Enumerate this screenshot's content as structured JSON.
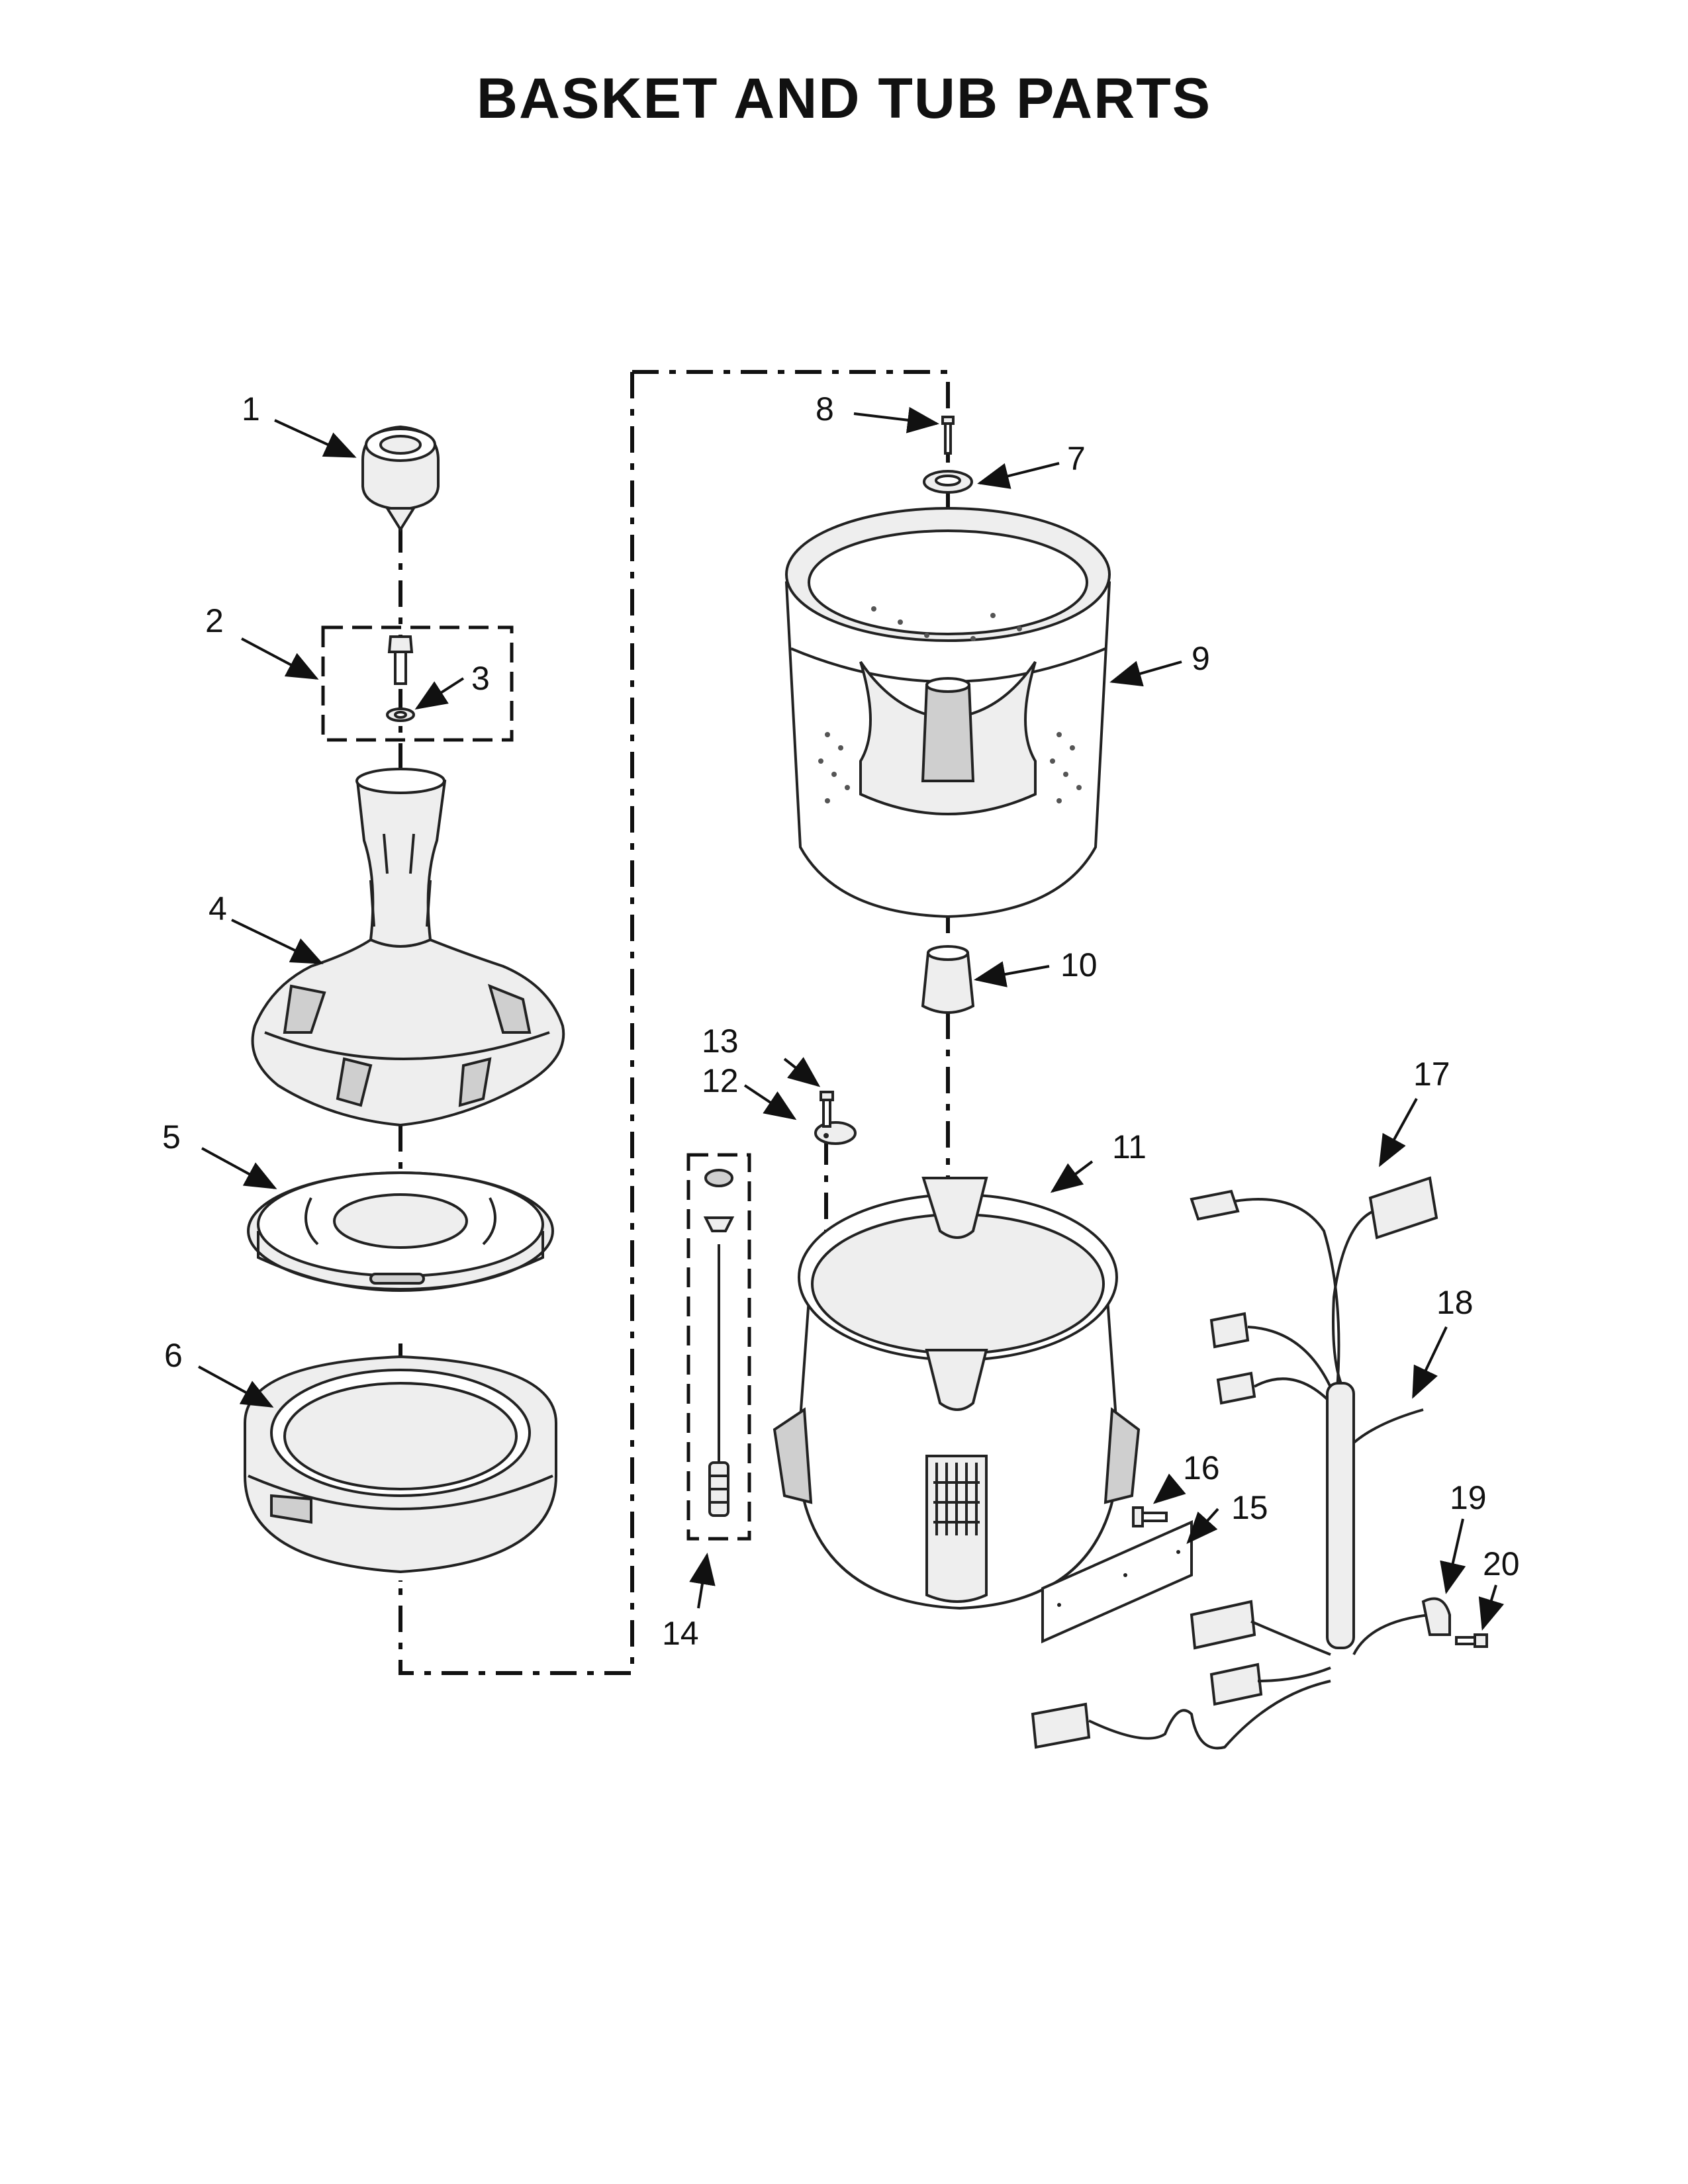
{
  "title": "BASKET AND TUB PARTS",
  "callouts": [
    "1",
    "2",
    "3",
    "4",
    "5",
    "6",
    "7",
    "8",
    "9",
    "10",
    "11",
    "12",
    "13",
    "14",
    "15",
    "16",
    "17",
    "18",
    "19",
    "20"
  ]
}
